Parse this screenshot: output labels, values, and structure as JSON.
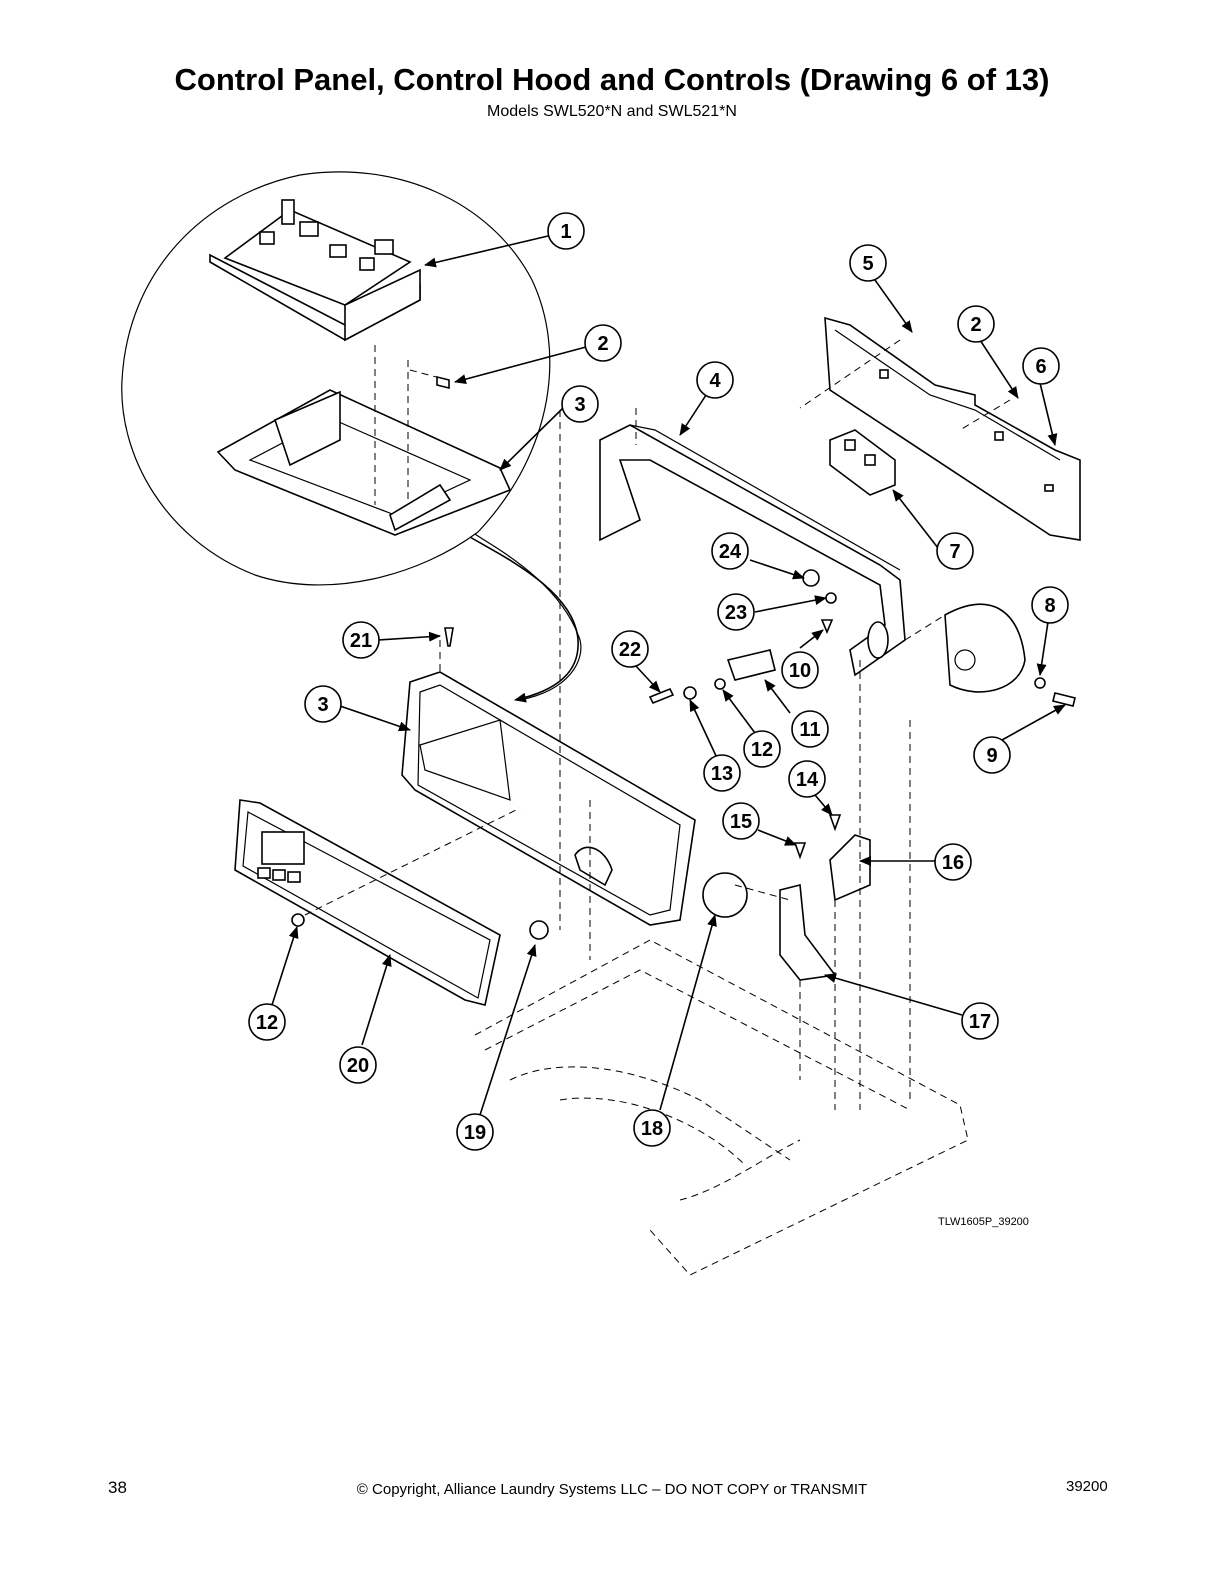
{
  "header": {
    "title": "Control Panel, Control Hood and Controls (Drawing 6 of 13)",
    "subtitle": "Models SWL520*N and SWL521*N"
  },
  "drawing_id": "TLW1605P_39200",
  "callouts": [
    {
      "label": "1"
    },
    {
      "label": "2"
    },
    {
      "label": "3"
    },
    {
      "label": "5"
    },
    {
      "label": "2"
    },
    {
      "label": "6"
    },
    {
      "label": "4"
    },
    {
      "label": "7"
    },
    {
      "label": "24"
    },
    {
      "label": "23"
    },
    {
      "label": "8"
    },
    {
      "label": "21"
    },
    {
      "label": "22"
    },
    {
      "label": "10"
    },
    {
      "label": "3"
    },
    {
      "label": "11"
    },
    {
      "label": "12"
    },
    {
      "label": "13"
    },
    {
      "label": "9"
    },
    {
      "label": "14"
    },
    {
      "label": "15"
    },
    {
      "label": "16"
    },
    {
      "label": "17"
    },
    {
      "label": "12"
    },
    {
      "label": "20"
    },
    {
      "label": "19"
    },
    {
      "label": "18"
    }
  ],
  "footer": {
    "page_number": "38",
    "copyright": "© Copyright, Alliance Laundry Systems LLC – DO NOT COPY or TRANSMIT",
    "doc_number": "39200"
  }
}
